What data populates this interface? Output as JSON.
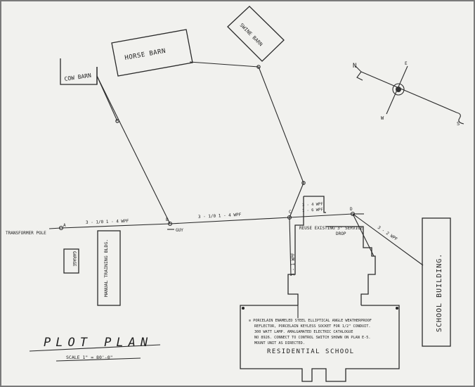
{
  "buildings": {
    "cow_barn": "COW BARN",
    "horse_barn": "HORSE BARN",
    "swine_barn": "SWINE BARN",
    "garage": "GARAGE",
    "manual_training": "MANUAL TRAINING BLDG.",
    "school_building": "SCHOOL BUILDING.",
    "residential_school": "RESIDENTIAL SCHOOL"
  },
  "line_labels": {
    "transformer_pole": "TRANSFORMER POLE",
    "pole_a": "A",
    "pole_b": "B",
    "pole_c": "C",
    "pole_d": "D",
    "run_ab": "3 - 1/0 1 - 4 WPF",
    "run_bc": "3 - 1/0 1 - 4 WPF",
    "run_cd": "3 - 4 WPF",
    "run_cd2": "1 - 6 WPF",
    "run_d_school": "3 - 2 WPF",
    "run_c_down": "3 - 1 WPF",
    "guy": "GUY",
    "reuse_existing": "REUSE EXISTING 3° SERVICE",
    "drop": "DROP"
  },
  "note": [
    "⊙ PORCELAIN ENAMELED STEEL ELLIPTICAL ANGLE WEATHERPROOF",
    "REFLECTOR, PORCELAIN KEYLESS SOCKET FOR 1/2\" CONDUIT.",
    "300 WATT LAMP. AMALGAMATED ELECTRIC CATALOGUE",
    "NO 8926. CONNECT TO CONTROL SWITCH SHOWN ON PLAN E-5.",
    "MOUNT UNIT AS DIRECTED."
  ],
  "title": {
    "plot_plan": "PLOT PLAN",
    "scale": "SCALE 1\" = 80'-0\""
  },
  "compass": {
    "n": "N",
    "e": "E",
    "s": "S",
    "w": "W"
  }
}
